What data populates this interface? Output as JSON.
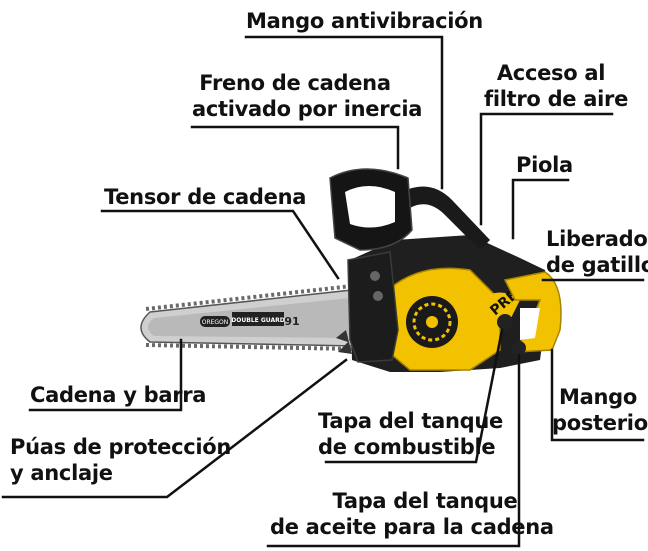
{
  "labels": {
    "mango_antivibracion": "Mango antivibración",
    "freno_1": "Freno de cadena",
    "freno_2": "activado por inercia",
    "acceso_1": "Acceso al",
    "acceso_2": "filtro de aire",
    "tensor": "Tensor de cadena",
    "piola": "Piola",
    "liberador_1": "Liberador",
    "liberador_2": "de gatillo",
    "cadena_barra": "Cadena y barra",
    "mango_posterior_1": "Mango",
    "mango_posterior_2": "posterior",
    "tapa_comb_1": "Tapa del tanque",
    "tapa_comb_2": "de combustible",
    "puas_1": "Púas de protección",
    "puas_2": "y anclaje",
    "tapa_aceite_1": "Tapa del tanque",
    "tapa_aceite_2": "de aceite para la cadena"
  },
  "product": {
    "bar_brand": "OREGON",
    "bar_model": "DOUBLE GUARD",
    "bar_number": "91",
    "body_brand": "PRETUL"
  },
  "colors": {
    "body": "#f2c200",
    "body_dark": "#c99e00",
    "plastic": "#1c1c1c",
    "bar": "#c8c8c8",
    "leader": "#111111"
  }
}
